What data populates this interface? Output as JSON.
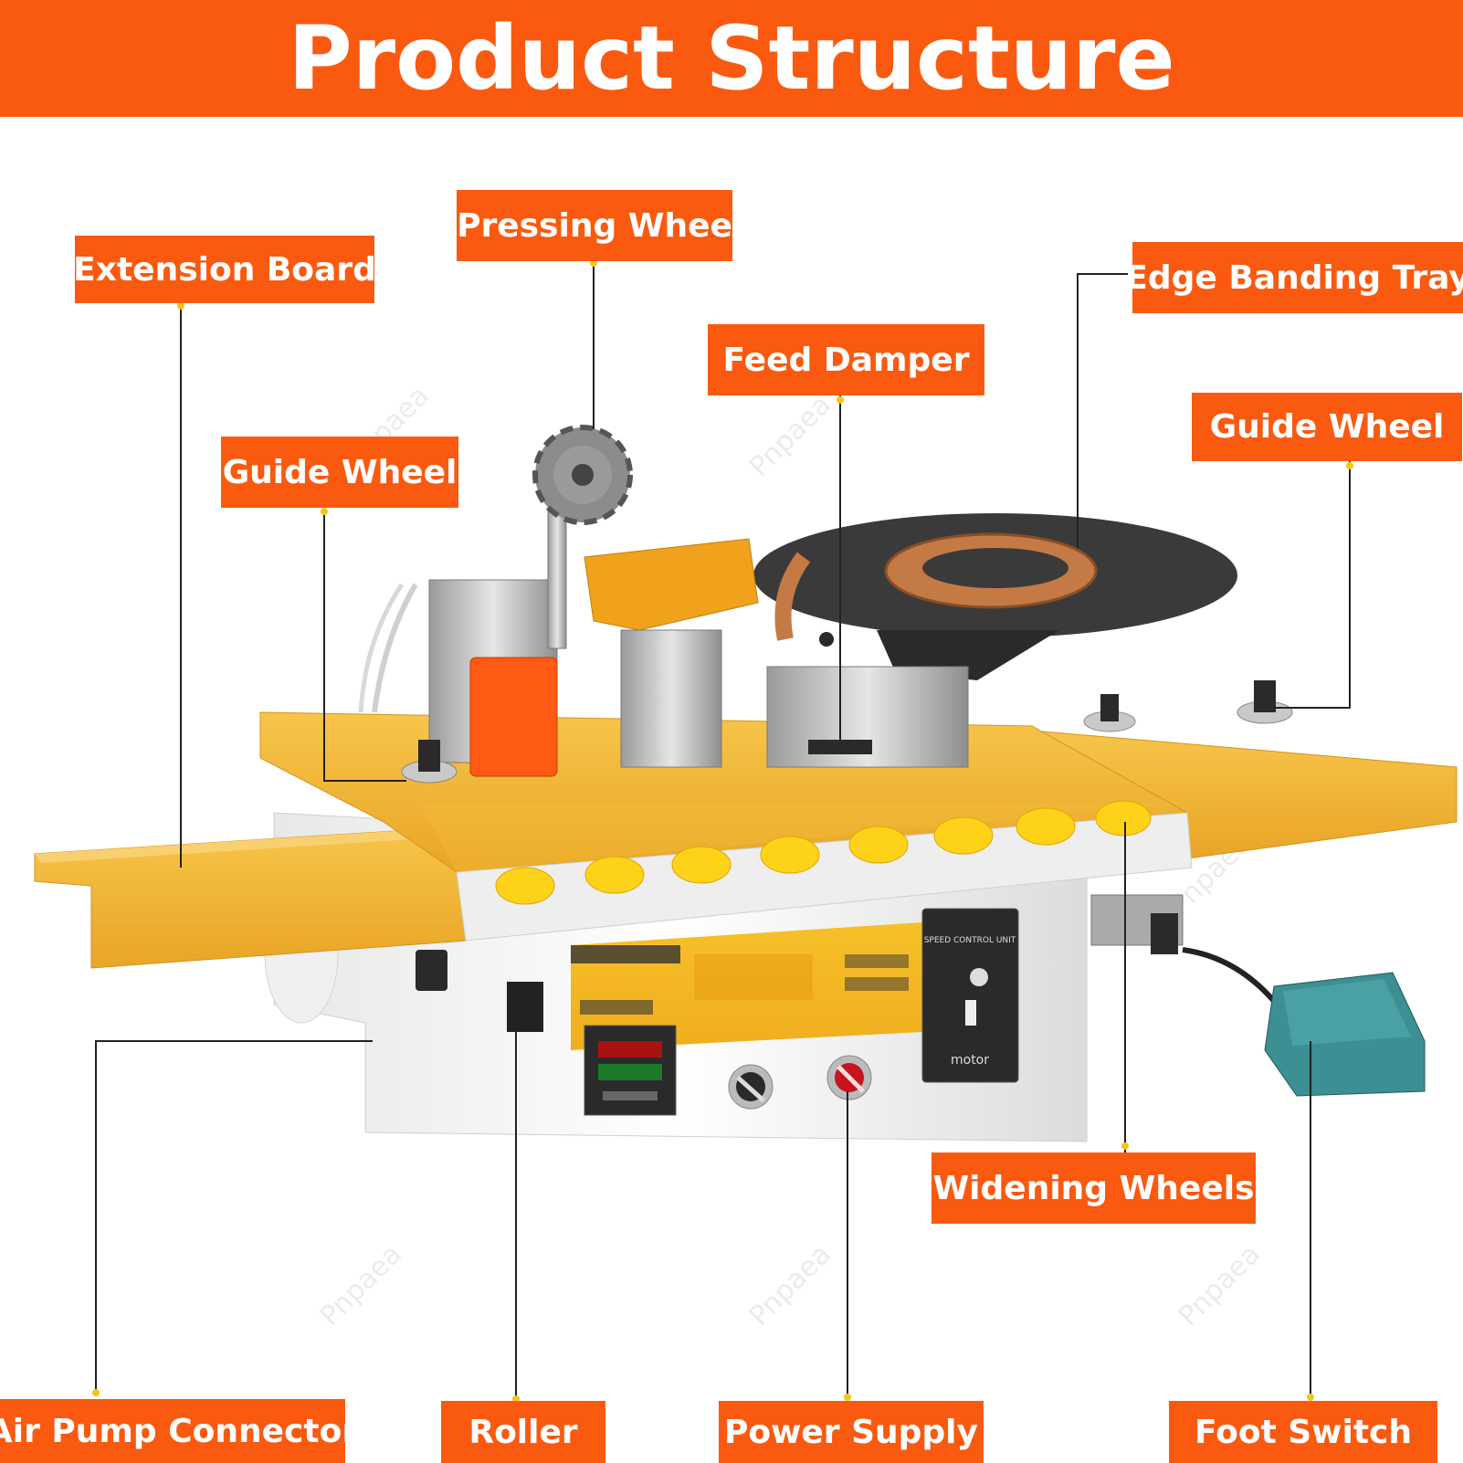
{
  "header": {
    "title": "Product Structure"
  },
  "watermark": "Pnpaea",
  "labels": {
    "extension_board": "Extension Board",
    "pressing_wheel": "Pressing Whee",
    "edge_banding_tray": "Edge Banding Tray",
    "feed_damper": "Feed Damper",
    "guide_wheel_left": "Guide Wheel",
    "guide_wheel_right": "Guide Wheel",
    "widening_wheels": "Widening Wheels",
    "air_pump_connector": "Air Pump Connector",
    "roller": "Roller",
    "power_supply": "Power Supply",
    "foot_switch": "Foot Switch"
  },
  "machine": {
    "controller_title": "SPEED CONTROL UNIT",
    "motor_text": "motor",
    "colors": {
      "accent": "#f95a10",
      "table": "#f2b530",
      "roller": "#ffd21a",
      "pedal": "#3c8f92",
      "tray": "#3a3a3a",
      "tape": "#c47a45"
    }
  }
}
